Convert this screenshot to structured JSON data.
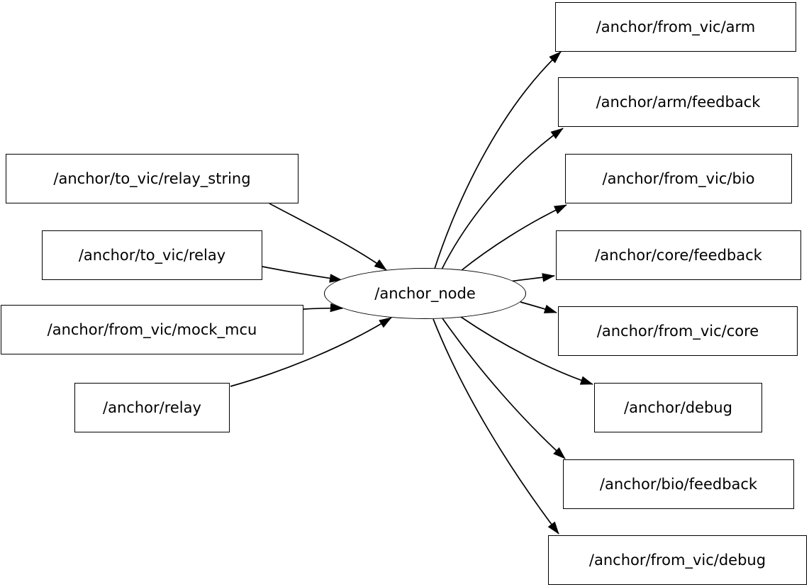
{
  "diagram": {
    "type": "directed-node-graph",
    "center_node": {
      "label": "/anchor_node",
      "shape": "ellipse"
    },
    "inputs": [
      {
        "label": "/anchor/to_vic/relay_string"
      },
      {
        "label": "/anchor/to_vic/relay"
      },
      {
        "label": "/anchor/from_vic/mock_mcu"
      },
      {
        "label": "/anchor/relay"
      }
    ],
    "outputs": [
      {
        "label": "/anchor/from_vic/arm"
      },
      {
        "label": "/anchor/arm/feedback"
      },
      {
        "label": "/anchor/from_vic/bio"
      },
      {
        "label": "/anchor/core/feedback"
      },
      {
        "label": "/anchor/from_vic/core"
      },
      {
        "label": "/anchor/debug"
      },
      {
        "label": "/anchor/bio/feedback"
      },
      {
        "label": "/anchor/from_vic/debug"
      }
    ],
    "edges": [
      {
        "from": "/anchor/to_vic/relay_string",
        "to": "/anchor_node"
      },
      {
        "from": "/anchor/to_vic/relay",
        "to": "/anchor_node"
      },
      {
        "from": "/anchor/from_vic/mock_mcu",
        "to": "/anchor_node"
      },
      {
        "from": "/anchor/relay",
        "to": "/anchor_node"
      },
      {
        "from": "/anchor_node",
        "to": "/anchor/from_vic/arm"
      },
      {
        "from": "/anchor_node",
        "to": "/anchor/arm/feedback"
      },
      {
        "from": "/anchor_node",
        "to": "/anchor/from_vic/bio"
      },
      {
        "from": "/anchor_node",
        "to": "/anchor/core/feedback"
      },
      {
        "from": "/anchor_node",
        "to": "/anchor/from_vic/core"
      },
      {
        "from": "/anchor_node",
        "to": "/anchor/debug"
      },
      {
        "from": "/anchor_node",
        "to": "/anchor/bio/feedback"
      },
      {
        "from": "/anchor_node",
        "to": "/anchor/from_vic/debug"
      }
    ],
    "colors": {
      "background": "#ffffff",
      "node_fill": "#ffffff",
      "stroke": "#000000",
      "text": "#000000"
    }
  }
}
